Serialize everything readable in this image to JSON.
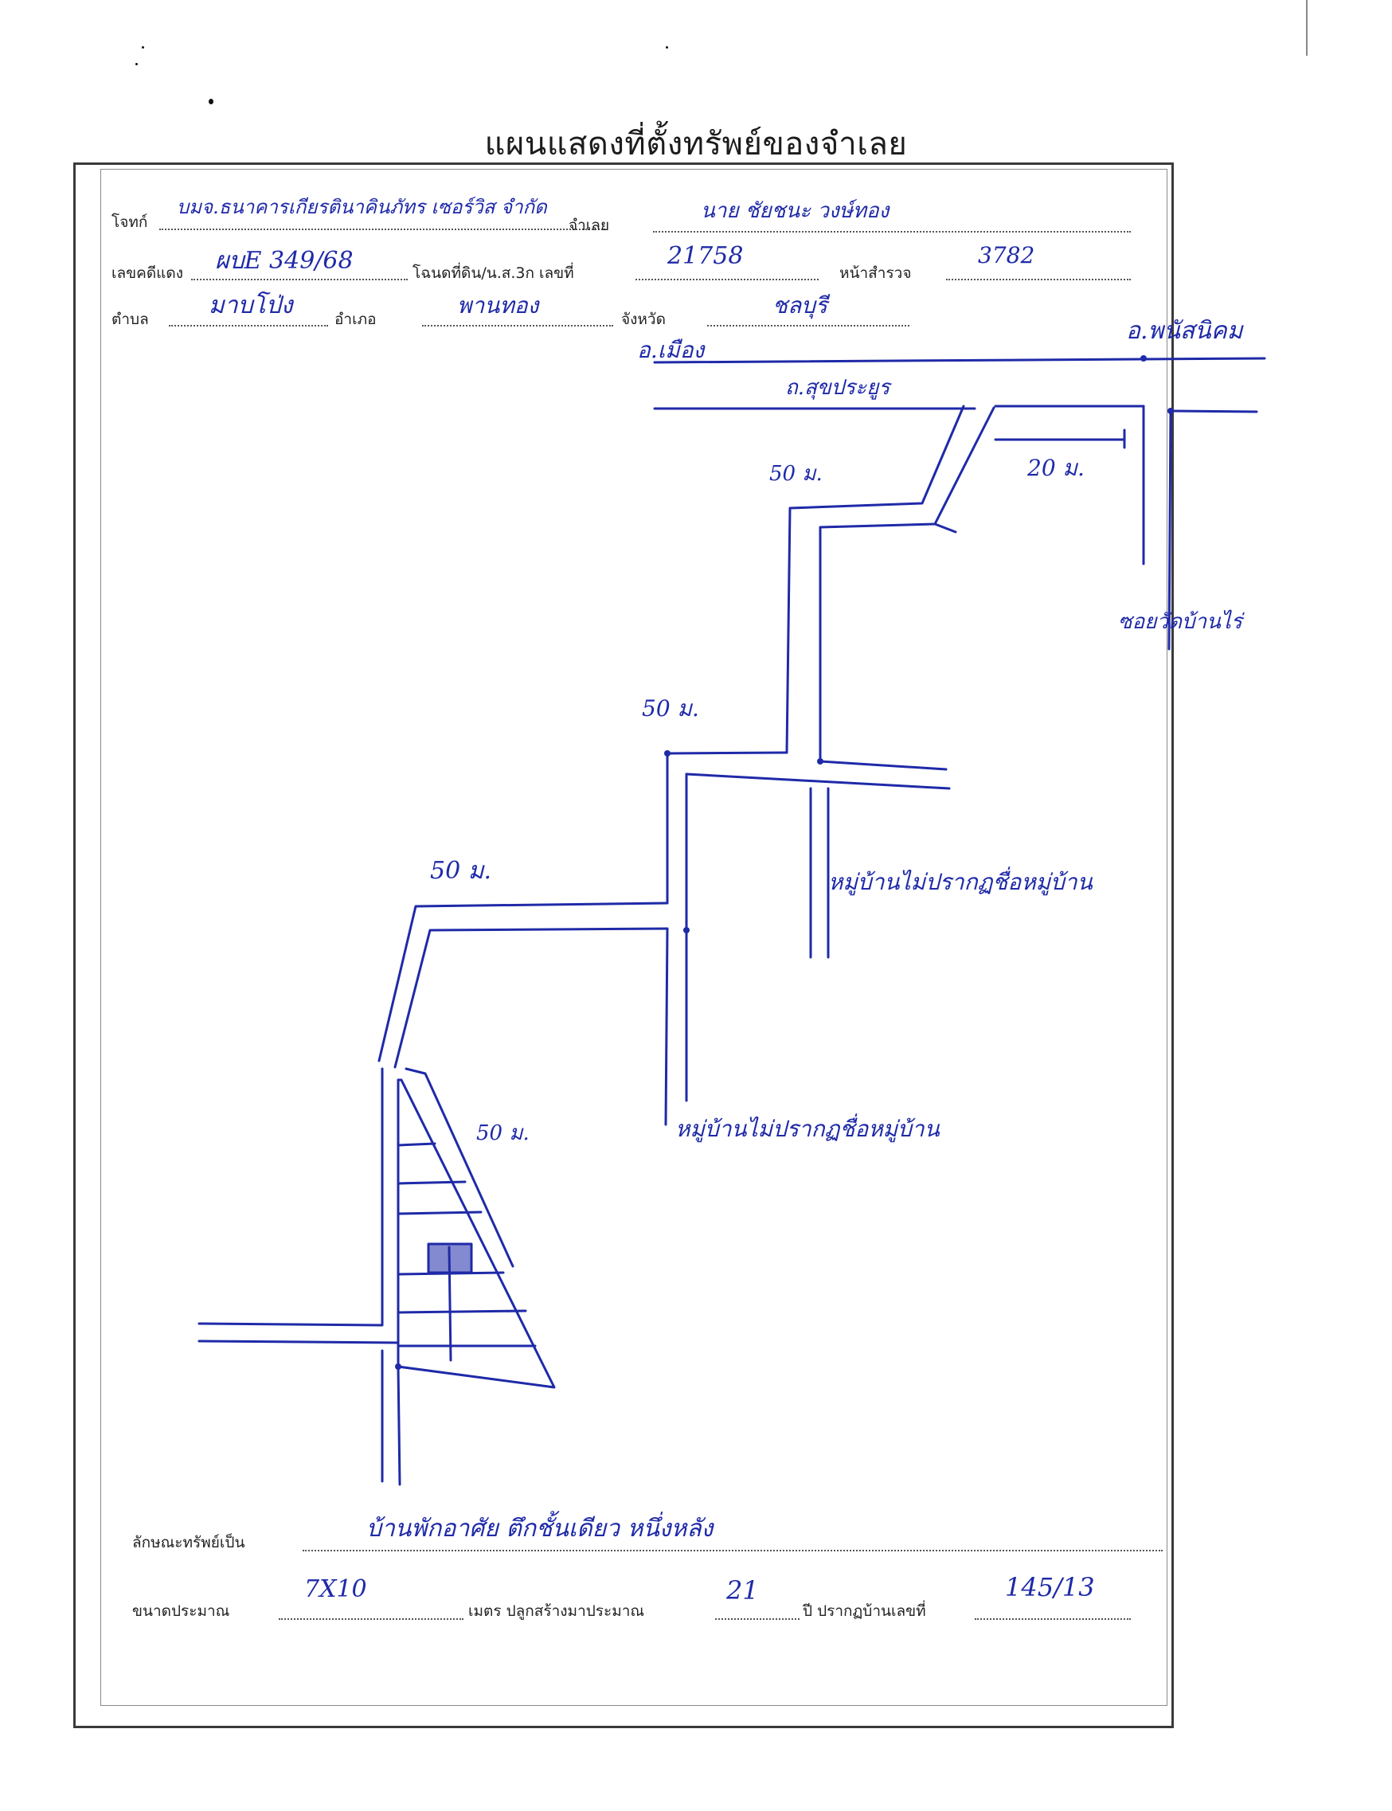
{
  "title": "แผนแสดงที่ตั้งทรัพย์ของจำเลย",
  "labels": {
    "plaintiff": "โจทก์",
    "defendant": "จำเลย",
    "case_no": "เลขคดีแดง",
    "deed": "โฉนดที่ดิน/น.ส.3ก เลขที่",
    "survey_page": "หน้าสำรวจ",
    "subdistrict": "ตำบล",
    "district": "อำเภอ",
    "province": "จังหวัด",
    "property_type": "ลักษณะทรัพย์เป็น",
    "size": "ขนาดประมาณ",
    "meters_built": "เมตร ปลูกสร้างมาประมาณ",
    "years_house_no": "ปี ปรากฏบ้านเลขที่"
  },
  "handwritten": {
    "plaintiff": "บมจ.ธนาคารเกียรตินาคินภัทร เซอร์วิส จำกัด",
    "defendant": "นาย ชัยชนะ วงษ์ทอง",
    "case_no": "ผบE 349/68",
    "deed": "21758",
    "survey_page": "3782",
    "subdistrict": "มาบโป่ง",
    "district": "พานทอง",
    "province": "ชลบุรี",
    "property_type": "บ้านพักอาศัย ตึกชั้นเดียว หนึ่งหลัง",
    "size": "7X10",
    "years": "21",
    "house_no": "145/13"
  },
  "map_labels": {
    "top_left_place": "อ.เมือง",
    "top_right_place": "อ.พนัสนิคม",
    "main_road": "ถ.สุขประยูร",
    "dist_20": "20 ม.",
    "dist_50_a": "50 ม.",
    "dist_50_b": "50 ม.",
    "dist_50_c": "50 ม.",
    "dist_50_d": "50 ม.",
    "soi_right": "ซอยวัดบ้านไร่",
    "village_1": "หมู่บ้านไม่ปรากฏชื่อหมู่บ้าน",
    "village_2": "หมู่บ้านไม่ปรากฏชื่อหมู่บ้าน"
  },
  "colors": {
    "ink": "#1f2aa8",
    "print": "#222222"
  }
}
